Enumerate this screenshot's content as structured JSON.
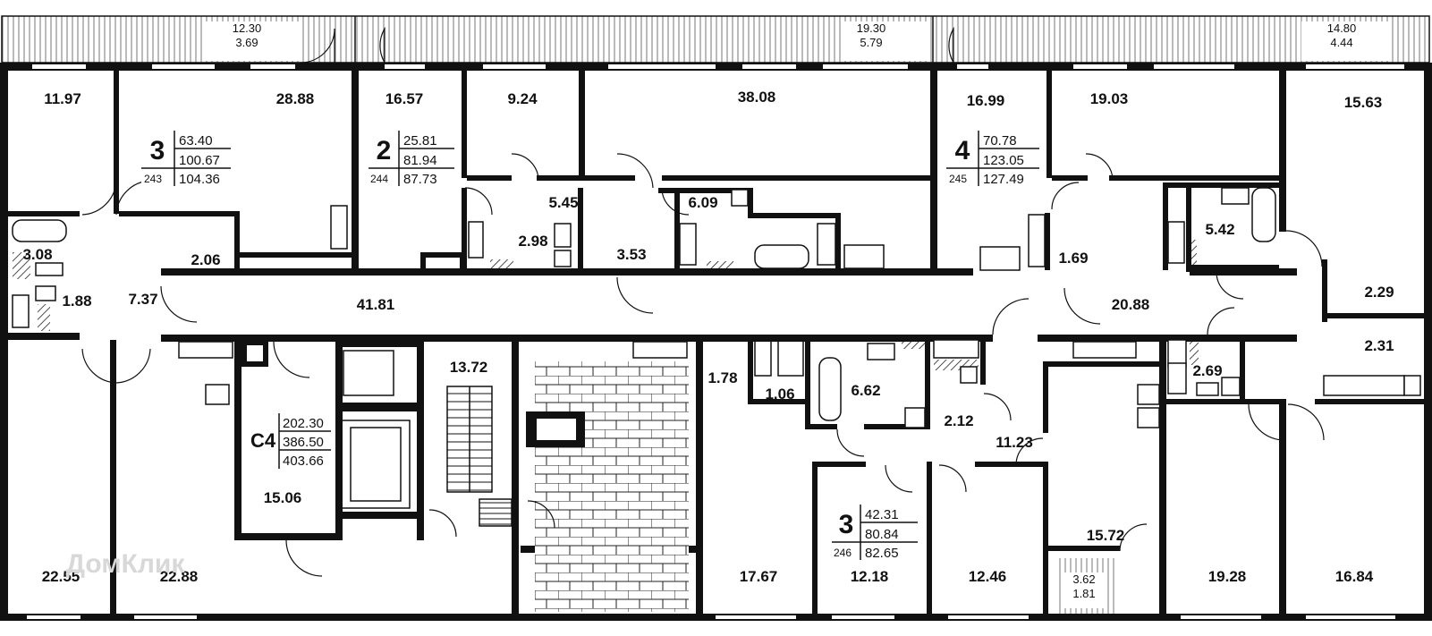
{
  "balconies": [
    {
      "area": "12.30",
      "coef": "3.69"
    },
    {
      "area": "19.30",
      "coef": "5.79"
    },
    {
      "area": "14.80",
      "coef": "4.44"
    },
    {
      "area": "3.62",
      "coef": "1.81"
    }
  ],
  "apartments": [
    {
      "id": "243",
      "rooms": "3",
      "living": "63.40",
      "total": "100.67",
      "with_balcony": "104.36"
    },
    {
      "id": "244",
      "rooms": "2",
      "living": "25.81",
      "total": "81.94",
      "with_balcony": "87.73"
    },
    {
      "id": "245",
      "rooms": "4",
      "living": "70.78",
      "total": "123.05",
      "with_balcony": "127.49"
    },
    {
      "id": "246",
      "rooms": "3",
      "living": "42.31",
      "total": "80.84",
      "with_balcony": "82.65"
    }
  ],
  "common": {
    "label": "С4",
    "a": "202.30",
    "b": "386.50",
    "c": "403.66"
  },
  "rooms": {
    "r1": "11.97",
    "r2": "28.88",
    "r3": "16.57",
    "r4": "9.24",
    "r5": "38.08",
    "r6": "16.99",
    "r7": "19.03",
    "r8": "15.63",
    "r9": "3.08",
    "r10": "2.06",
    "r11": "1.88",
    "r12": "7.37",
    "r13": "5.45",
    "r14": "2.98",
    "r15": "3.53",
    "r16": "6.09",
    "r17": "1.69",
    "r18": "5.42",
    "r19": "2.29",
    "r20": "41.81",
    "r21": "20.88",
    "r22": "2.31",
    "r23": "13.72",
    "r24": "1.78",
    "r25": "1.06",
    "r26": "6.62",
    "r27": "2.12",
    "r28": "2.69",
    "r29": "11.23",
    "r30": "15.06",
    "r31": "15.72",
    "r32": "22.55",
    "r33": "22.88",
    "r34": "17.67",
    "r35": "12.18",
    "r36": "12.46",
    "r37": "19.28",
    "r38": "16.84"
  },
  "watermark": "ДомКлик"
}
